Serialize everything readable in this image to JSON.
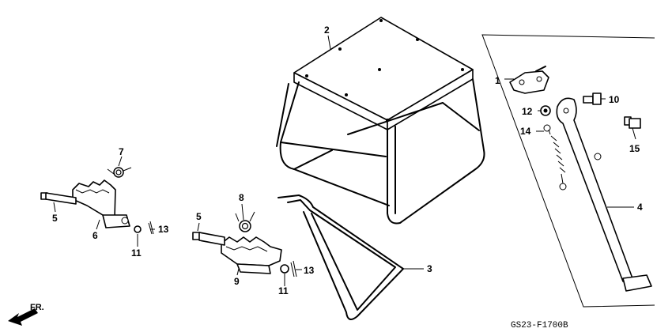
{
  "callouts": {
    "c1": "1",
    "c2": "2",
    "c3": "3",
    "c4": "4",
    "c5a": "5",
    "c5b": "5",
    "c6": "6",
    "c7": "7",
    "c8": "8",
    "c9": "9",
    "c10": "10",
    "c11a": "11",
    "c11b": "11",
    "c12": "12",
    "c13a": "13",
    "c13b": "13",
    "c14": "14",
    "c15": "15"
  },
  "direction_label": "FR.",
  "diagram_code": "GS23-F1700B"
}
